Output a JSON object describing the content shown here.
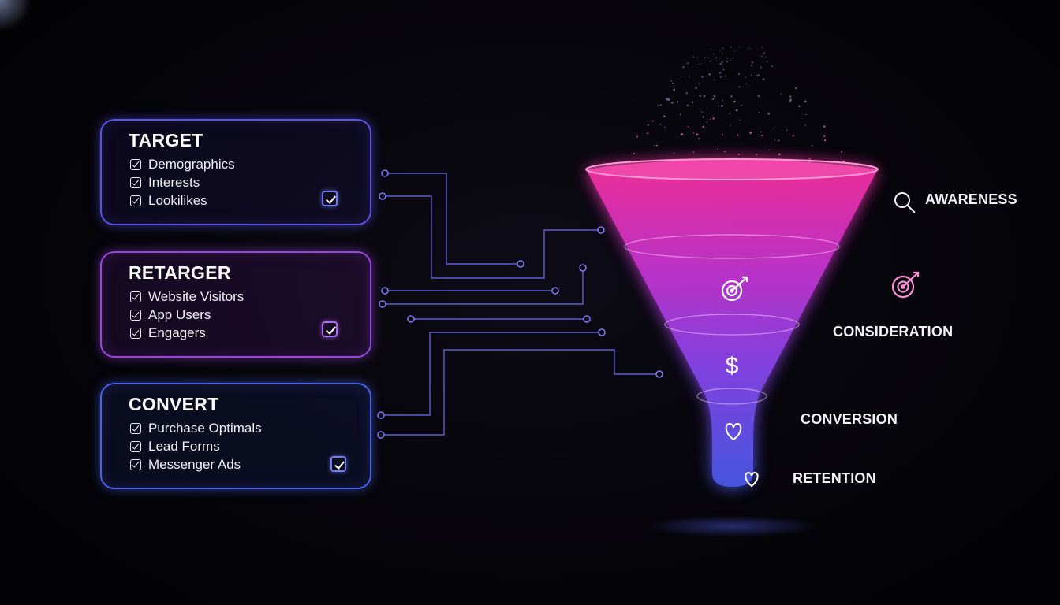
{
  "panels": [
    {
      "title": "TARGET",
      "items": [
        "Demographics",
        "Interests",
        "Lookilikes"
      ]
    },
    {
      "title": "RETARGER",
      "items": [
        "Website Visitors",
        "App Users",
        "Engagers"
      ]
    },
    {
      "title": "CONVERT",
      "items": [
        "Purchase Optimals",
        "Lead Forms",
        "Messenger Ads"
      ]
    }
  ],
  "stages": {
    "awareness": "AWARENESS",
    "consideration": "CONSIDERATION",
    "conversion": "CONVERSION",
    "retention": "RETENTION"
  },
  "icons": {
    "awareness": "search-icon",
    "consideration": "target-icon",
    "conversion": "dollar-icon",
    "retention": "heart-icon"
  },
  "colors": {
    "funnel_top": "#ff2fa0",
    "funnel_mid": "#a040ee",
    "funnel_bottom": "#4a5cf0",
    "target_border": "#5a55e6",
    "retarget_border": "#9a45e0",
    "convert_border": "#4a63e8",
    "connector": "#6a66e0"
  }
}
